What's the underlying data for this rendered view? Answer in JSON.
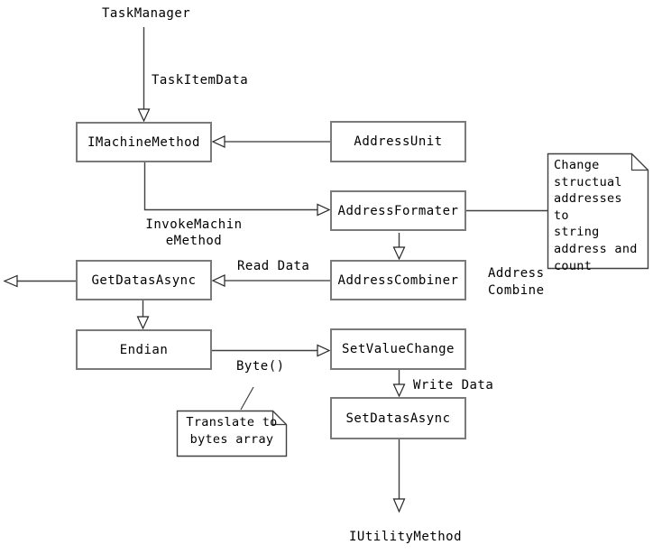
{
  "diagram": {
    "labels": {
      "task_manager": "TaskManager",
      "task_item_data": "TaskItemData",
      "invoke_machine_method": "InvokeMachin\neMethod",
      "read_data": "Read Data",
      "address_combine": "Address\nCombine",
      "byte": "Byte()",
      "write_data": "Write Data",
      "iutility_method": "IUtilityMethod"
    },
    "nodes": {
      "imachine_method": "IMachineMethod",
      "address_unit": "AddressUnit",
      "address_formater": "AddressFormater",
      "address_combiner": "AddressCombiner",
      "get_datas_async": "GetDatasAsync",
      "endian": "Endian",
      "set_value_change": "SetValueChange",
      "set_datas_async": "SetDatasAsync"
    },
    "notes": {
      "change_structural": "Change\nstructual\naddresses to\nstring\naddress and\ncount",
      "translate_bytes": "Translate to\nbytes array"
    },
    "edges": [
      {
        "from": "TaskManager",
        "to": "IMachineMethod",
        "label": "TaskItemData",
        "style": "open-arrow"
      },
      {
        "from": "AddressUnit",
        "to": "IMachineMethod",
        "label": "",
        "style": "open-arrow"
      },
      {
        "from": "IMachineMethod",
        "to": "AddressFormater",
        "label": "InvokeMachineMethod",
        "style": "open-arrow"
      },
      {
        "from": "AddressFormater",
        "to": "note:Change structual addresses to string address and count",
        "label": "",
        "style": "plain-line"
      },
      {
        "from": "AddressFormater",
        "to": "AddressCombiner",
        "label": "",
        "style": "open-arrow"
      },
      {
        "from": "AddressCombiner",
        "to": "GetDatasAsync",
        "label": "Read Data",
        "style": "open-arrow"
      },
      {
        "from": "GetDatasAsync",
        "to": "off-canvas-left",
        "label": "",
        "style": "open-arrow"
      },
      {
        "from": "GetDatasAsync",
        "to": "Endian",
        "label": "",
        "style": "open-arrow"
      },
      {
        "from": "Endian",
        "to": "SetValueChange",
        "label": "Byte()",
        "style": "open-arrow"
      },
      {
        "from": "SetValueChange",
        "to": "SetDatasAsync",
        "label": "Write Data",
        "style": "open-arrow"
      },
      {
        "from": "SetDatasAsync",
        "to": "IUtilityMethod",
        "label": "",
        "style": "open-arrow"
      },
      {
        "from": "note:Translate to bytes array",
        "to": "Byte()",
        "label": "",
        "style": "plain-line"
      }
    ],
    "colors": {
      "box_border": "#7a7a7a",
      "connector_line": "#404040",
      "data_line": "#808080",
      "arrowhead_fill": "#ffffff",
      "arrowhead_stroke": "#262626",
      "text": "#000000",
      "background": "#ffffff"
    }
  }
}
